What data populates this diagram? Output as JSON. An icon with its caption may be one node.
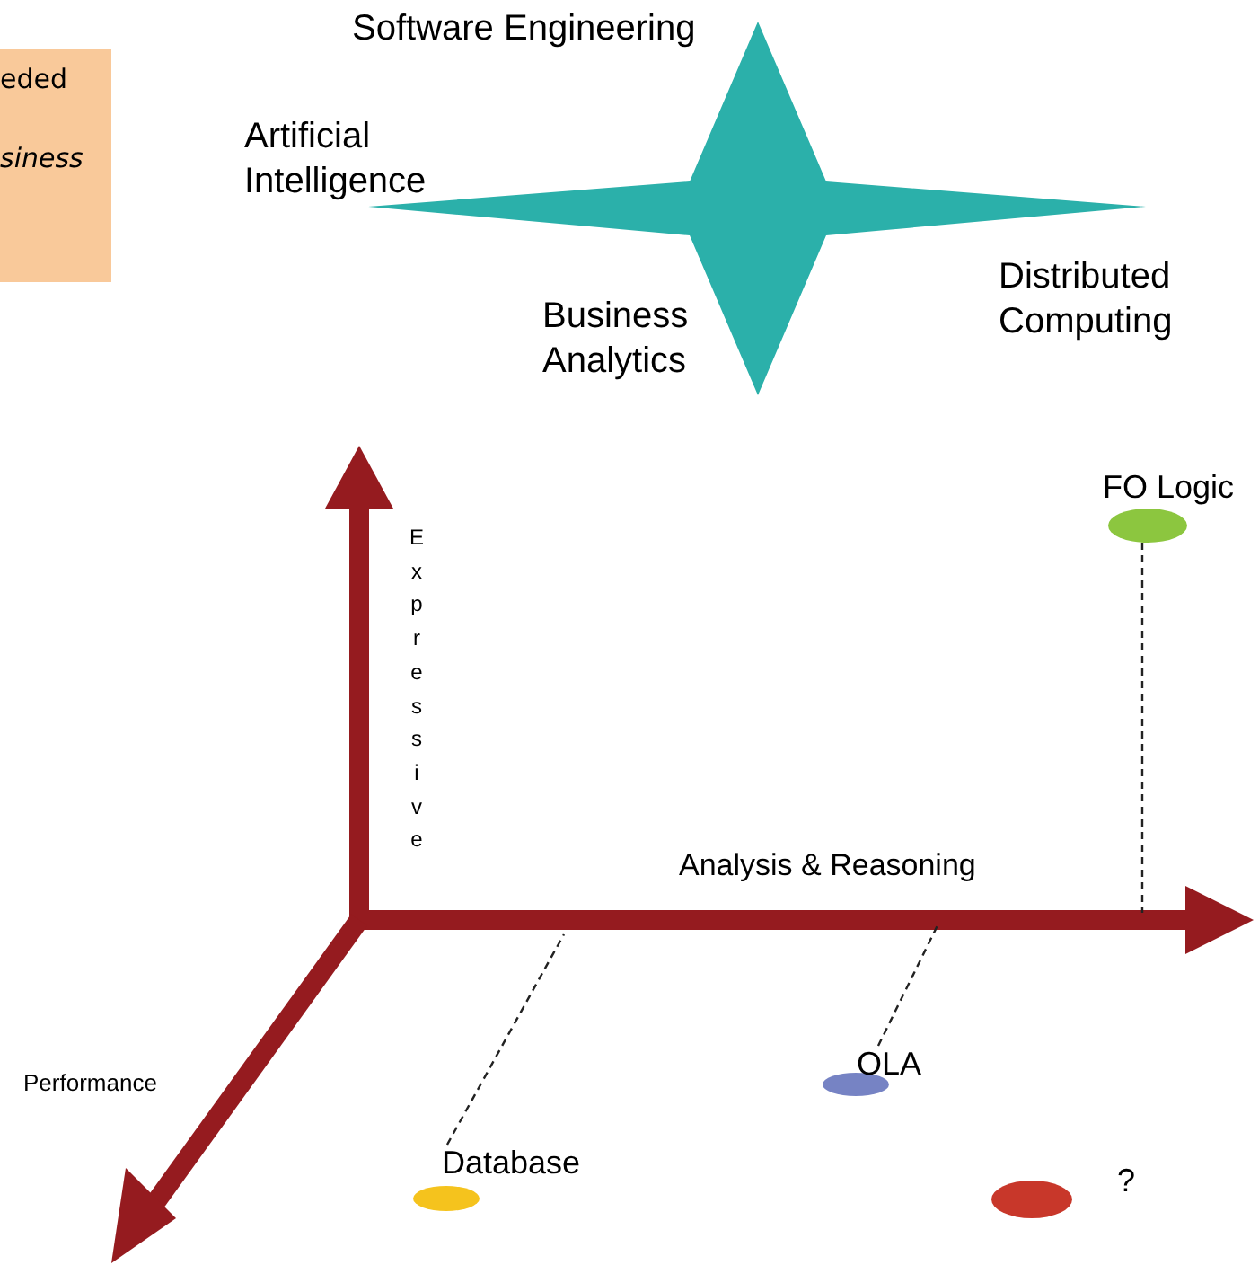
{
  "diagram": {
    "nodes": [
      {
        "text": [
          "eded",
          "siness"
        ]
      },
      {
        "text": [],
        "shape": "star",
        "beside": [
          "Software Engineering",
          "Artificial Intelligence",
          "Business Analytics",
          "Distributed Computing"
        ]
      },
      {
        "text": [
          "FO Logic"
        ]
      },
      {
        "text": [
          "OLA"
        ]
      },
      {
        "text": [
          "Database"
        ]
      },
      {
        "text": [
          "?"
        ]
      }
    ],
    "edges": [
      {
        "from": 2,
        "to": null,
        "arrow": "none",
        "style": "dashed"
      },
      {
        "from": 3,
        "to": null,
        "arrow": "none",
        "style": "dashed"
      },
      {
        "from": 4,
        "to": null,
        "arrow": "none",
        "style": "dashed"
      }
    ],
    "labels": [
      "Expressive",
      "Analysis & Reasoning",
      "Performance"
    ]
  }
}
